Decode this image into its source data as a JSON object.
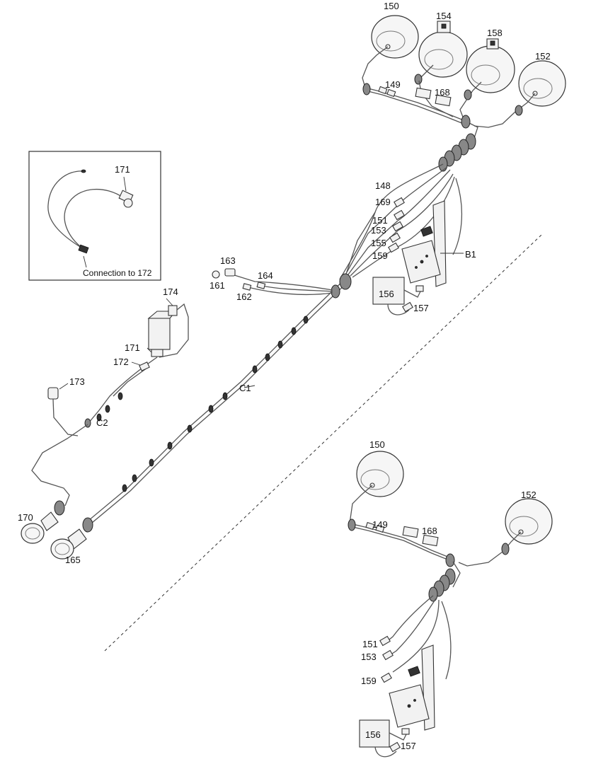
{
  "inset": {
    "part": "171",
    "caption": "Connection to 172"
  },
  "labels": {
    "p150": "150",
    "p154": "154",
    "p158": "158",
    "p152": "152",
    "p149": "149",
    "p168": "168",
    "p148": "148",
    "p169": "169",
    "p151": "151",
    "p153": "153",
    "p155": "155",
    "p159": "159",
    "pB1": "B1",
    "p163": "163",
    "p164": "164",
    "p161": "161",
    "p162": "162",
    "p156": "156",
    "p157": "157",
    "p174": "174",
    "p171": "171",
    "p172": "172",
    "p173": "173",
    "pC1": "C1",
    "pC2": "C2",
    "p170": "170",
    "p165": "165",
    "b150": "150",
    "b152": "152",
    "b149": "149",
    "b168": "168",
    "b151": "151",
    "b153": "153",
    "b159": "159",
    "b156": "156",
    "b157": "157"
  },
  "colors": {
    "line": "#333333",
    "wire": "#555555",
    "background": "#ffffff"
  }
}
